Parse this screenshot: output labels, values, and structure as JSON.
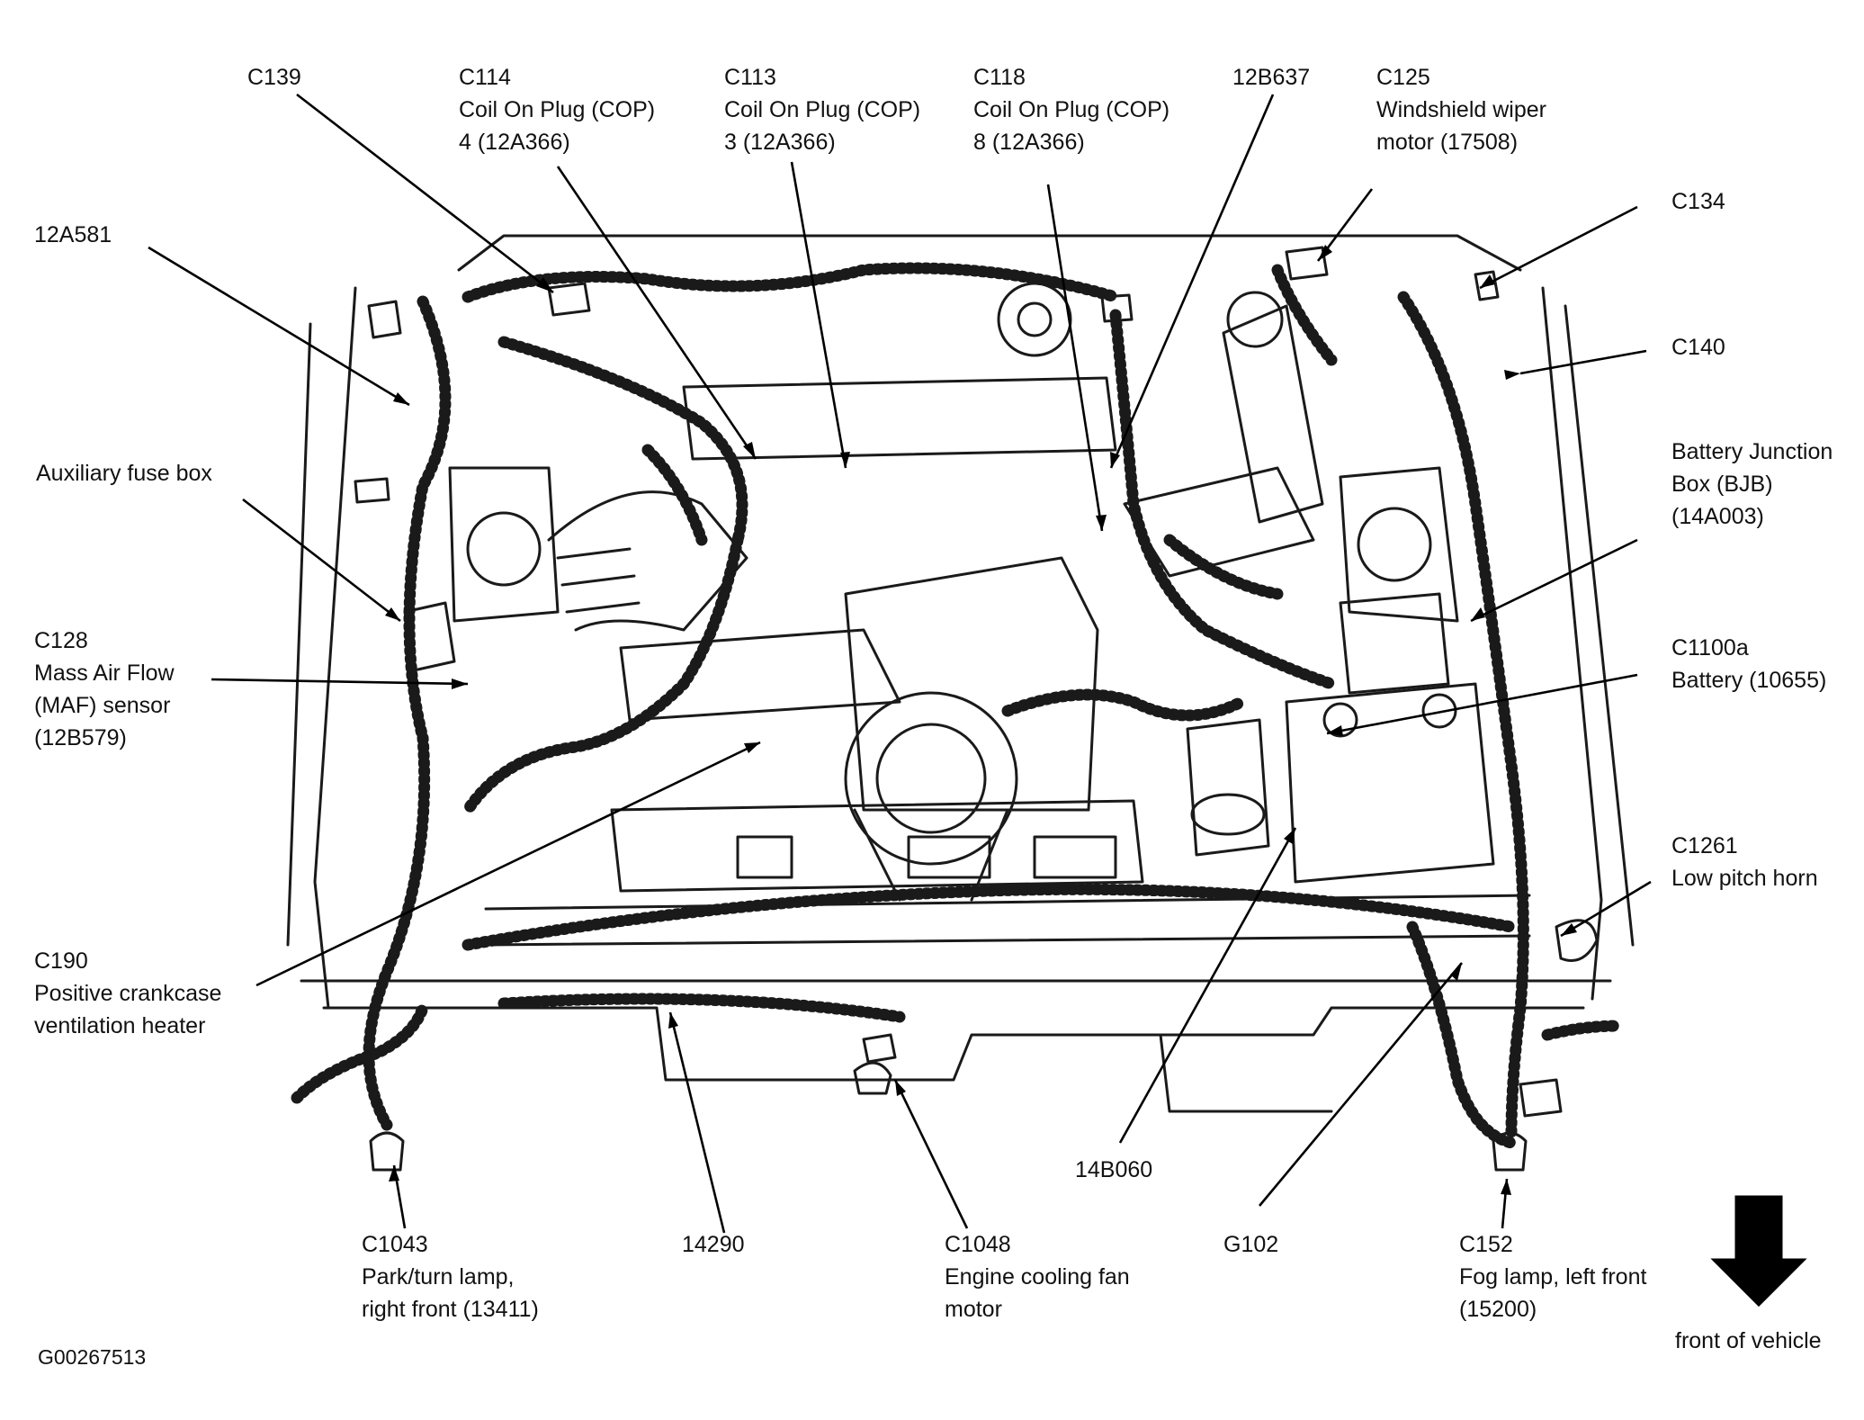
{
  "colors": {
    "ink": "#111111",
    "background": "#ffffff"
  },
  "figure_id": "G00267513",
  "labels": {
    "c139": {
      "code": "C139"
    },
    "c114": {
      "code": "C114",
      "desc1": "Coil On Plug (COP)",
      "desc2": "4 (12A366)"
    },
    "c113": {
      "code": "C113",
      "desc1": "Coil On Plug (COP)",
      "desc2": "3 (12A366)"
    },
    "c118": {
      "code": "C118",
      "desc1": "Coil On Plug (COP)",
      "desc2": "8 (12A366)"
    },
    "p12b637": {
      "code": "12B637"
    },
    "c125": {
      "code": "C125",
      "desc1": "Windshield wiper",
      "desc2": "motor (17508)"
    },
    "p12a581": {
      "code": "12A581"
    },
    "c134": {
      "code": "C134"
    },
    "c140": {
      "code": "C140"
    },
    "aux_fuse": {
      "desc1": "Auxiliary fuse box"
    },
    "bjb": {
      "desc1": "Battery Junction",
      "desc2": "Box (BJB)",
      "desc3": "(14A003)"
    },
    "c128": {
      "code": "C128",
      "desc1": "Mass Air Flow",
      "desc2": "(MAF) sensor",
      "desc3": "(12B579)"
    },
    "c1100a": {
      "code": "C1100a",
      "desc1": "Battery (10655)"
    },
    "c1261": {
      "code": "C1261",
      "desc1": "Low pitch horn"
    },
    "c190": {
      "code": "C190",
      "desc1": "Positive crankcase",
      "desc2": "ventilation heater"
    },
    "p14b060": {
      "code": "14B060"
    },
    "c1043": {
      "code": "C1043",
      "desc1": "Park/turn lamp,",
      "desc2": "right front (13411)"
    },
    "p14290": {
      "code": "14290"
    },
    "c1048": {
      "code": "C1048",
      "desc1": "Engine cooling fan",
      "desc2": "motor"
    },
    "g102": {
      "code": "G102"
    },
    "c152": {
      "code": "C152",
      "desc1": "Fog lamp, left front",
      "desc2": "(15200)"
    },
    "front": {
      "desc1": "front of vehicle"
    }
  },
  "icons": {
    "front_arrow": "down-arrow-icon"
  }
}
